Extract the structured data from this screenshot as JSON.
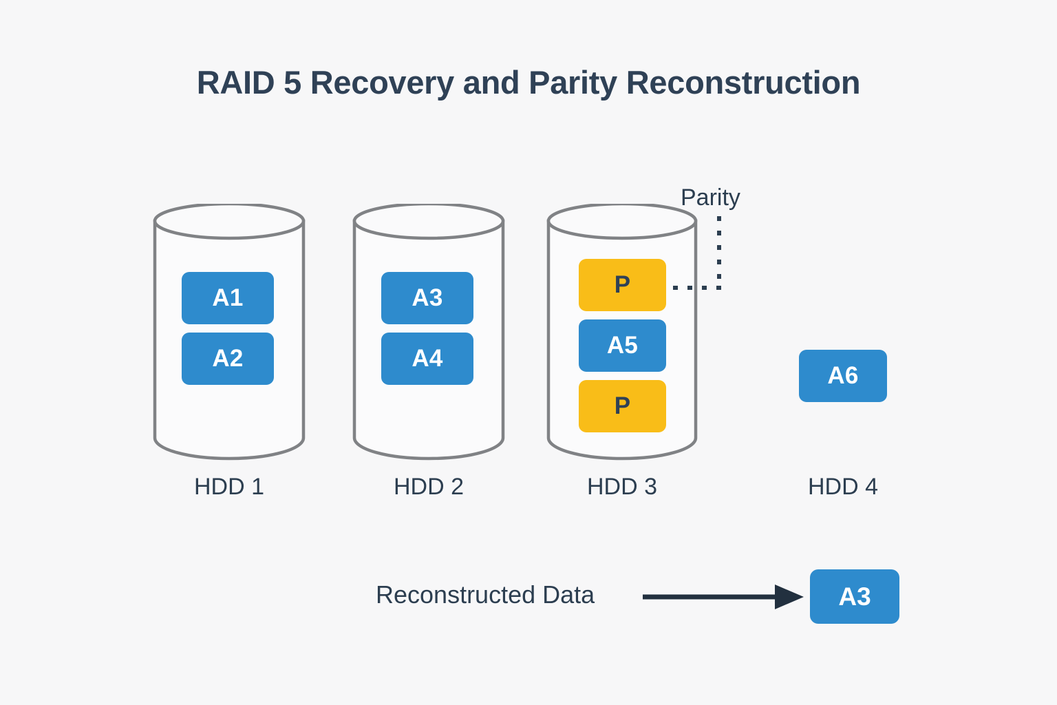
{
  "page": {
    "title": "RAID 5 Recovery and Parity Reconstruction",
    "background_color": "#f7f7f8"
  },
  "colors": {
    "title_text": "#2f4156",
    "label_text": "#2c3e50",
    "data_block": "#2e8bcd",
    "data_block_text": "#ffffff",
    "parity_block": "#f9bd18",
    "parity_block_text": "#2f4156",
    "cylinder_stroke": "#808285",
    "cylinder_fill": "#fbfbfc",
    "arrow": "#22303f",
    "callout_dash": "#2c3e50"
  },
  "disks": [
    {
      "label": "HDD 1",
      "has_cylinder": true,
      "blocks": [
        {
          "text": "A1",
          "kind": "data"
        },
        {
          "text": "A2",
          "kind": "data"
        }
      ]
    },
    {
      "label": "HDD 2",
      "has_cylinder": true,
      "blocks": [
        {
          "text": "A3",
          "kind": "data"
        },
        {
          "text": "A4",
          "kind": "data"
        }
      ]
    },
    {
      "label": "HDD 3",
      "has_cylinder": true,
      "blocks": [
        {
          "text": "P",
          "kind": "parity"
        },
        {
          "text": "A5",
          "kind": "data"
        },
        {
          "text": "P",
          "kind": "parity"
        }
      ]
    },
    {
      "label": "HDD 4",
      "has_cylinder": false,
      "blocks": [
        {
          "text": "A6",
          "kind": "data"
        }
      ]
    }
  ],
  "callout": {
    "label": "Parity",
    "points_to": "P"
  },
  "reconstruction": {
    "label": "Reconstructed Data",
    "arrow": "right-arrow",
    "result_block": {
      "text": "A3",
      "kind": "data"
    }
  }
}
